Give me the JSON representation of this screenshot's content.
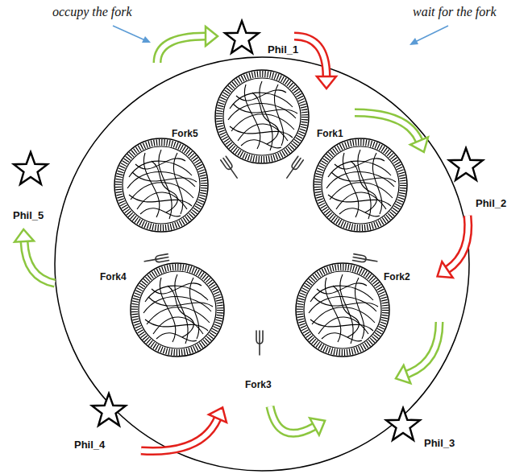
{
  "diagram": {
    "nodes": [
      {
        "text": [
          "Phil_1"
        ]
      },
      {
        "text": [
          "Phil_2"
        ]
      },
      {
        "text": [
          "Phil_3"
        ]
      },
      {
        "text": [
          "Phil_4"
        ]
      },
      {
        "text": [
          "Phil_5"
        ]
      }
    ],
    "labels": [
      "occupy the fork",
      "wait for the fork",
      "Fork1",
      "Fork2",
      "Fork3",
      "Fork4",
      "Fork5"
    ]
  }
}
